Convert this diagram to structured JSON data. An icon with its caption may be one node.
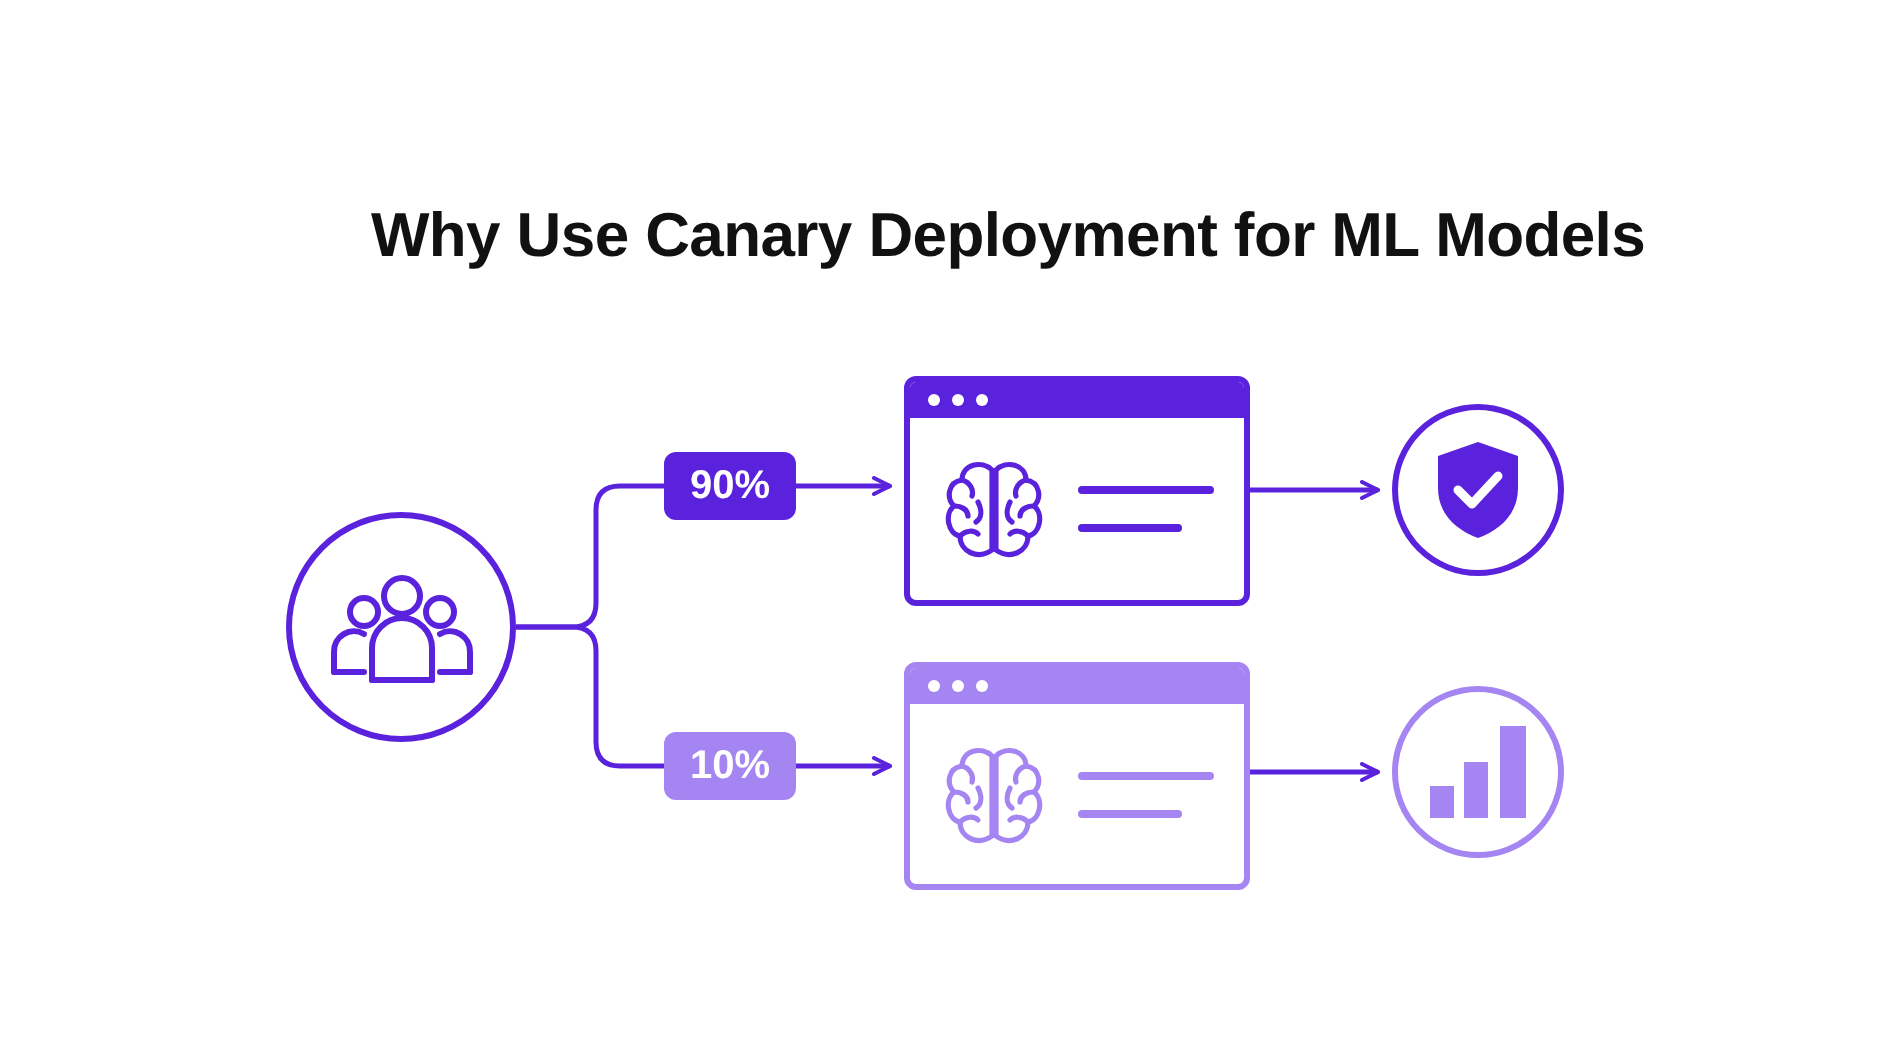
{
  "diagram": {
    "title": "Why Use Canary Deployment for ML Models",
    "nodes": [
      {
        "text": [],
        "shape": "circle"
      },
      {
        "text": [
          "90%"
        ]
      },
      {
        "text": [
          "10%"
        ]
      },
      {
        "text": [],
        "shape": "box"
      },
      {
        "text": [],
        "shape": "box"
      },
      {
        "text": [],
        "shape": "circle"
      },
      {
        "text": [],
        "shape": "circle"
      }
    ],
    "edges": [
      {
        "from": 0,
        "to": 1,
        "arrow": "none"
      },
      {
        "from": 0,
        "to": 2,
        "arrow": "none"
      },
      {
        "from": 1,
        "to": 3,
        "arrow": "to"
      },
      {
        "from": 2,
        "to": 4,
        "arrow": "to"
      },
      {
        "from": 3,
        "to": 5,
        "arrow": "to"
      },
      {
        "from": 4,
        "to": 6,
        "arrow": "to"
      }
    ]
  }
}
